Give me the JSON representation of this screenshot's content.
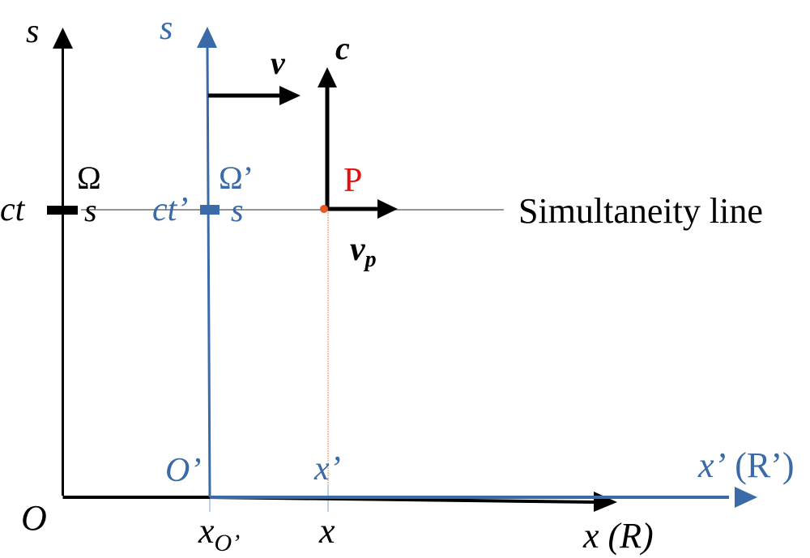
{
  "colors": {
    "frame_R": "#000000",
    "frame_R_prime": "#3a6aa8",
    "point_P_label": "#e01010",
    "point_P_dot": "#e8581a",
    "projection_line": "#f0a080",
    "simultaneity_line": "#333333"
  },
  "labels": {
    "s_axis_R": "s",
    "s_axis_R_prime": "s",
    "velocity_v": "v",
    "light_speed_c": "c",
    "omega": "Ω",
    "omega_prime": "Ω’",
    "ct": "ct",
    "ct_prime": "ct’",
    "s_marker_R": "s",
    "s_marker_R_prime": "s",
    "point_P": "P",
    "simultaneity_line": "Simultaneity line",
    "velocity_vp_main": "v",
    "velocity_vp_sub": "p",
    "origin_O": "O",
    "origin_O_prime": "O’",
    "x_prime_tick": "x’",
    "x_O_prime_main": "x",
    "x_O_prime_sub": "O’",
    "x_tick": "x",
    "x_axis_R": "x (R)",
    "x_axis_R_main": "x",
    "x_axis_R_frame": "(R)",
    "x_axis_R_prime_main": "x’",
    "x_axis_R_prime_frame": "(R’)"
  }
}
